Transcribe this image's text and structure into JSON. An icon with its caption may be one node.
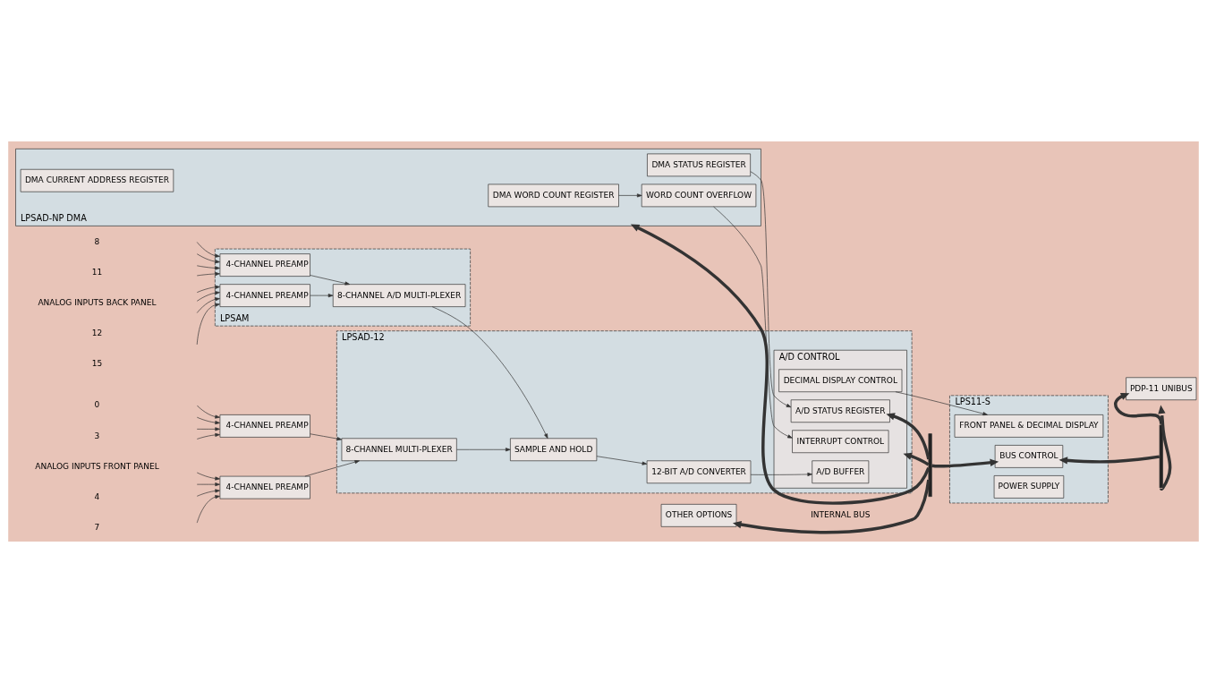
{
  "diagram": {
    "nodes": [
      {
        "text": [
          "LPSAD-12"
        ]
      },
      {
        "text": [
          "4-CHANNEL PREAMP"
        ]
      },
      {
        "text": [
          "4-CHANNEL PREAMP"
        ]
      },
      {
        "text": [
          "8-CHANNEL MULTI-PLEXER"
        ],
        "in": 0
      },
      {
        "text": [
          "SAMPLE AND HOLD"
        ],
        "in": 0
      },
      {
        "text": [
          "12-BIT A/D CONVERTER"
        ],
        "in": 0
      },
      {
        "text": [
          "A/D CONTROL"
        ],
        "in": 0
      },
      {
        "text": [
          "DECIMAL DISPLAY CONTROL"
        ],
        "in": 6
      },
      {
        "text": [
          "A/D BUFFER"
        ],
        "in": 6
      },
      {
        "text": [
          "INTERRUPT CONTROL"
        ],
        "in": 6
      },
      {
        "text": [
          "A/D STATUS REGISTER"
        ],
        "in": 6
      },
      {
        "text": [
          "PDP-11 UNIBUS"
        ]
      },
      {
        "text": [
          "LPS11-S"
        ]
      },
      {
        "text": [
          "FRONT PANEL & DECIMAL DISPLAY"
        ],
        "in": 12
      },
      {
        "text": [
          "BUS CONTROL"
        ],
        "in": 12
      },
      {
        "text": [
          "POWER SUPPLY"
        ],
        "in": 12
      },
      {
        "text": [
          "LPSAM"
        ]
      },
      {
        "text": [
          "4-CHANNEL PREAMP"
        ],
        "in": 16
      },
      {
        "text": [
          "4-CHANNEL PREAMP"
        ],
        "in": 16
      },
      {
        "text": [
          "8-CHANNEL A/D MULTI-PLEXER"
        ],
        "in": 16
      },
      {
        "text": [
          "LPSAD-NP DMA"
        ]
      },
      {
        "text": [
          "DMA STATUS REGISTER"
        ],
        "in": 20
      },
      {
        "text": [
          "WORD COUNT OVERFLOW"
        ],
        "in": 20
      },
      {
        "text": [
          "DMA WORD COUNT REGISTER"
        ],
        "in": 20
      },
      {
        "text": [
          "DMA CURRENT ADDRESS REGISTER"
        ],
        "in": 20
      },
      {
        "text": [
          "OTHER OPTIONS"
        ]
      },
      {
        "text": [],
        "shape": "bar"
      },
      {
        "text": [],
        "shape": "bar"
      }
    ],
    "edges": [
      {
        "from": null,
        "to": 1,
        "arrow": "to"
      },
      {
        "from": null,
        "to": 1,
        "arrow": "to"
      },
      {
        "from": null,
        "to": 1,
        "arrow": "to"
      },
      {
        "from": null,
        "to": 1,
        "arrow": "to"
      },
      {
        "from": null,
        "to": 2,
        "arrow": "to"
      },
      {
        "from": null,
        "to": 2,
        "arrow": "to"
      },
      {
        "from": null,
        "to": 2,
        "arrow": "to"
      },
      {
        "from": null,
        "to": 2,
        "arrow": "to"
      },
      {
        "from": null,
        "to": 17,
        "arrow": "to"
      },
      {
        "from": null,
        "to": 17,
        "arrow": "to"
      },
      {
        "from": null,
        "to": 17,
        "arrow": "to"
      },
      {
        "from": null,
        "to": 17,
        "arrow": "to"
      },
      {
        "from": null,
        "to": 18,
        "arrow": "to"
      },
      {
        "from": null,
        "to": 18,
        "arrow": "to"
      },
      {
        "from": null,
        "to": 18,
        "arrow": "to"
      },
      {
        "from": null,
        "to": 18,
        "arrow": "to"
      },
      {
        "from": 1,
        "to": 3,
        "arrow": "to"
      },
      {
        "from": 2,
        "to": 3,
        "arrow": "to"
      },
      {
        "from": 3,
        "to": 4,
        "arrow": "to"
      },
      {
        "from": 17,
        "to": 19,
        "arrow": "to"
      },
      {
        "from": 18,
        "to": 19,
        "arrow": "to"
      },
      {
        "from": 19,
        "to": 4,
        "arrow": "to"
      },
      {
        "from": 4,
        "to": 5,
        "arrow": "to"
      },
      {
        "from": 5,
        "to": 8,
        "arrow": "to"
      },
      {
        "from": 7,
        "to": 13,
        "arrow": "to"
      },
      {
        "from": 22,
        "to": 9,
        "arrow": "to"
      },
      {
        "from": 21,
        "to": 10,
        "arrow": "to"
      },
      {
        "from": 23,
        "to": 22,
        "arrow": "to"
      },
      {
        "from": 26,
        "to": 6,
        "arrow": "to",
        "style": "thick"
      },
      {
        "from": 26,
        "to": 10,
        "arrow": "to",
        "style": "thick"
      },
      {
        "from": 26,
        "to": 20,
        "arrow": "to",
        "style": "thick"
      },
      {
        "from": 26,
        "to": 14,
        "arrow": "to",
        "style": "thick"
      },
      {
        "from": 26,
        "to": 25,
        "arrow": "to",
        "label": "INTERNAL BUS",
        "style": "thick"
      },
      {
        "from": 27,
        "to": 11,
        "arrow": "to",
        "style": "thick"
      },
      {
        "from": 27,
        "to": null,
        "arrow": "to",
        "style": "thick"
      },
      {
        "from": 27,
        "to": 14,
        "arrow": "to",
        "style": "thick"
      }
    ],
    "labels": [
      "0",
      "3",
      "ANALOG INPUTS FRONT PANEL",
      "4",
      "7",
      "8",
      "11",
      "ANALOG INPUTS BACK PANEL",
      "12",
      "15"
    ]
  }
}
